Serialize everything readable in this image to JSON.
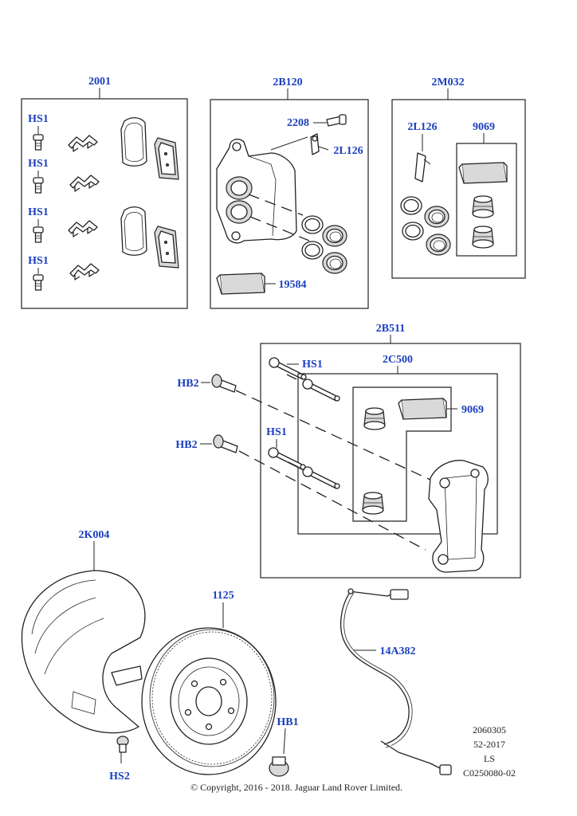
{
  "callouts": {
    "pads_kit": "2001",
    "hs1_a": "HS1",
    "hs1_b": "HS1",
    "hs1_c": "HS1",
    "hs1_d": "HS1",
    "caliper_kit": "2B120",
    "bleed_screw": "2208",
    "cap_2l126": "2L126",
    "grease": "19584",
    "seal_kit": "2M032",
    "seal_2l126": "2L126",
    "seal_9069": "9069",
    "carrier": "2B511",
    "carrier_hs1_top": "HS1",
    "guide_kit": "2C500",
    "guide_9069": "9069",
    "hb2_top": "HB2",
    "hb2_bottom": "HB2",
    "carrier_hs1_mid": "HS1",
    "shield": "2K004",
    "disc": "1125",
    "sensor": "14A382",
    "hb1": "HB1",
    "hs2": "HS2"
  },
  "reference": {
    "line1": "2060305",
    "line2": "52-2017",
    "line3": "LS",
    "line4": "C0250080-02"
  },
  "copyright": "© Copyright, 2016 - 2018. Jaguar Land Rover Limited."
}
